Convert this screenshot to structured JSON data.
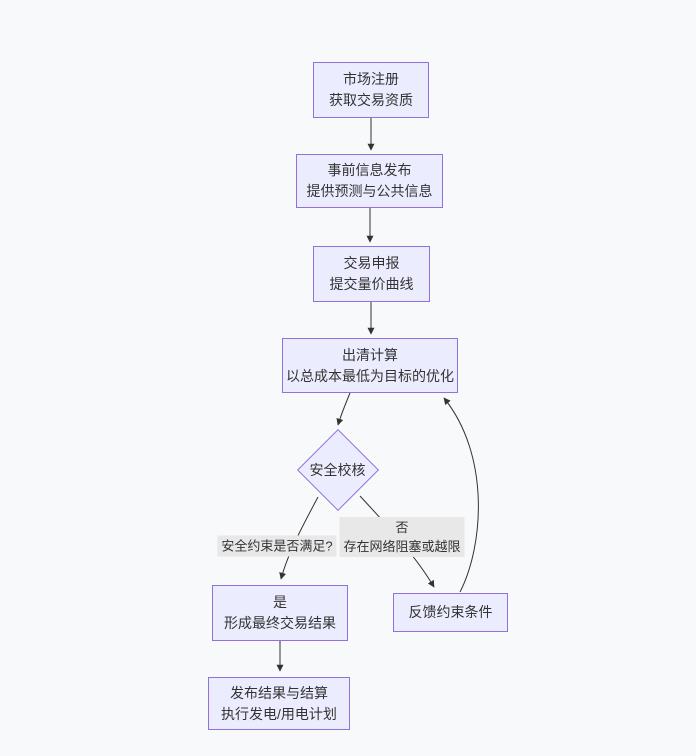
{
  "diagram": {
    "type": "flowchart",
    "direction": "top-down",
    "nodes": {
      "market_register": {
        "line1": "市场注册",
        "line2": "获取交易资质",
        "shape": "rect"
      },
      "pre_info": {
        "line1": "事前信息发布",
        "line2": "提供预测与公共信息",
        "shape": "rect"
      },
      "bid_submit": {
        "line1": "交易申报",
        "line2": "提交量价曲线",
        "shape": "rect"
      },
      "clearing": {
        "line1": "出清计算",
        "line2": "以总成本最低为目标的优化",
        "shape": "rect"
      },
      "security_check": {
        "line1": "安全校核",
        "shape": "diamond"
      },
      "final_result": {
        "line1": "是",
        "line2": "形成最终交易结果",
        "shape": "rect"
      },
      "feedback": {
        "line1": "反馈约束条件",
        "shape": "rect"
      },
      "publish": {
        "line1": "发布结果与结算",
        "line2": "执行发电/用电计划",
        "shape": "rect"
      }
    },
    "edge_labels": {
      "question": {
        "line1": "安全约束是否满足?"
      },
      "no_branch": {
        "line1": "否",
        "line2": "存在网络阻塞或越限"
      }
    },
    "edges": [
      {
        "from": "market_register",
        "to": "pre_info"
      },
      {
        "from": "pre_info",
        "to": "bid_submit"
      },
      {
        "from": "bid_submit",
        "to": "clearing"
      },
      {
        "from": "clearing",
        "to": "security_check"
      },
      {
        "from": "security_check",
        "to": "final_result",
        "label": "安全约束是否满足?"
      },
      {
        "from": "security_check",
        "to": "feedback",
        "label": "否 存在网络阻塞或越限"
      },
      {
        "from": "feedback",
        "to": "clearing"
      },
      {
        "from": "final_result",
        "to": "publish"
      }
    ],
    "colors": {
      "node_fill": "#ECECFF",
      "node_border": "#9370DB",
      "edge_line": "#333333",
      "label_bg": "#e8e8e8",
      "text": "#333333",
      "background": "#f8f9fb"
    }
  }
}
